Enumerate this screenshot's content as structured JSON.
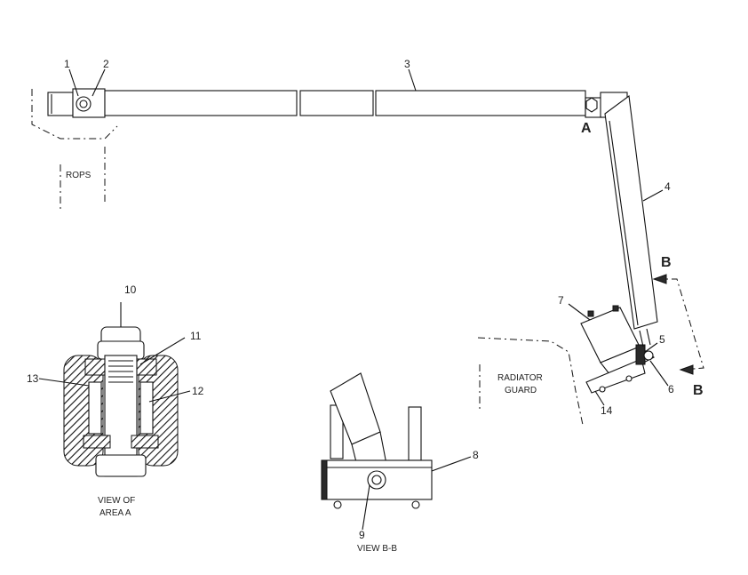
{
  "callouts": [
    "1",
    "2",
    "3",
    "4",
    "5",
    "6",
    "7",
    "8",
    "9",
    "10",
    "11",
    "12",
    "13",
    "14"
  ],
  "labels": {
    "rops": "ROPS",
    "radiator_guard_line1": "RADIATOR",
    "radiator_guard_line2": "GUARD",
    "view_area_a_line1": "VIEW  OF",
    "view_area_a_line2": "AREA  A",
    "view_bb": "VIEW  B-B",
    "marker_a": "A",
    "marker_b_top": "B",
    "marker_b_bottom": "B"
  }
}
